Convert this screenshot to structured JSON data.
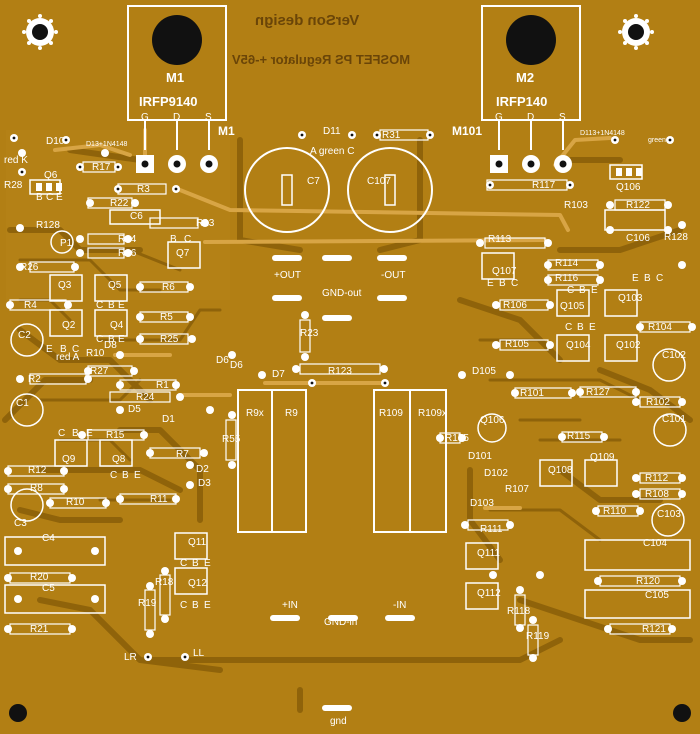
{
  "colors": {
    "board": "#b27f14",
    "trace": "#8f630a",
    "copper_pour": "#c69322",
    "silk": "#ffffff",
    "mirror_text": "#6a4508",
    "pad": "#f0f0f0"
  },
  "mirrored_text": {
    "brand": "VerSon design",
    "subtitle": "MOSFET PS Regulator +-65V"
  },
  "transistors": {
    "m1": {
      "name": "M1",
      "part": "IRFP9140",
      "pins": [
        "G",
        "D",
        "S"
      ],
      "tag": "M1"
    },
    "m2": {
      "name": "M2",
      "part": "IRFP140",
      "pins": [
        "G",
        "D",
        "S"
      ],
      "tag": "M101"
    }
  },
  "connectors": {
    "pos_out": "+OUT",
    "neg_out": "-OUT",
    "gnd_out": "GND-out",
    "pos_in": "+IN",
    "neg_in": "-IN",
    "gnd_in": "GND-in",
    "gnd": "gnd",
    "lr": "LR",
    "ll": "LL"
  },
  "leds": {
    "left": "red K",
    "left_a": "red A",
    "mid": "A green C",
    "right_led": "green"
  },
  "diode_small": {
    "d13": "D13+1N4148",
    "d113": "D113+1N4148"
  },
  "labels_left": [
    "D10",
    "R17",
    "R28",
    "Q6",
    "B",
    "C",
    "E",
    "R3",
    "R22",
    "C6",
    "R13",
    "R128",
    "P1",
    "R14",
    "R16",
    "B",
    "C",
    "Q7",
    "R26",
    "Q3",
    "Q5",
    "R6",
    "R4",
    "C",
    "B",
    "E",
    "Q2",
    "Q4",
    "R5",
    "C2",
    "E",
    "B",
    "C",
    "C",
    "B",
    "E",
    "D8",
    "R25",
    "R10",
    "R27",
    "R2",
    "R1",
    "C1",
    "R24",
    "D5",
    "D1",
    "D6",
    "R15",
    "R55",
    "Q9",
    "Q8",
    "R7",
    "R12",
    "D2",
    "R8",
    "D3",
    "R10",
    "R11",
    "C3",
    "C4",
    "Q11",
    "R20",
    "R18",
    "C5",
    "Q12",
    "R19",
    "R21",
    "C",
    "B",
    "E",
    "C",
    "B",
    "E",
    "C",
    "B",
    "E",
    "C",
    "B",
    "E"
  ],
  "labels_center": [
    "D11",
    "R31",
    "C7",
    "C107",
    "R23",
    "D6",
    "D7",
    "R123",
    "R9x",
    "R9",
    "R109",
    "R109x"
  ],
  "labels_right": [
    "R117",
    "Q106",
    "R103",
    "R122",
    "C106",
    "R128",
    "R113",
    "R114",
    "Q107",
    "R116",
    "E",
    "B",
    "C",
    "E",
    "B",
    "C",
    "Q105",
    "Q103",
    "R106",
    "C",
    "B",
    "E",
    "C",
    "B",
    "E",
    "R104",
    "R105",
    "Q104",
    "Q102",
    "C102",
    "D105",
    "R101",
    "R127",
    "R102",
    "C101",
    "R155",
    "Q106",
    "R115",
    "D101",
    "Q108",
    "Q109",
    "R112",
    "D102",
    "R107",
    "R108",
    "D103",
    "R110",
    "R111",
    "C103",
    "Q111",
    "C104",
    "R120",
    "Q112",
    "R118",
    "C105",
    "R121",
    "R119"
  ]
}
